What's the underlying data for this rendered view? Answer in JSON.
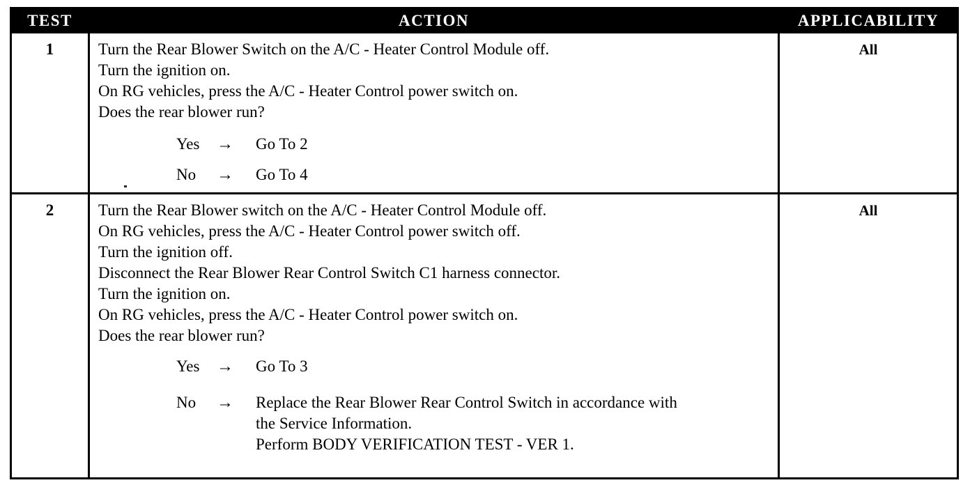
{
  "table": {
    "columns": [
      {
        "key": "test",
        "label": "TEST"
      },
      {
        "key": "action",
        "label": "ACTION"
      },
      {
        "key": "applicability",
        "label": "APPLICABILITY"
      }
    ],
    "rows": [
      {
        "test": "1",
        "applicability": "All",
        "steps": [
          "Turn the Rear Blower Switch on the A/C - Heater Control Module off.",
          "Turn the ignition on.",
          "On RG vehicles, press the A/C - Heater Control power switch on.",
          "Does the rear blower run?"
        ],
        "branches": [
          {
            "label": "Yes",
            "arrow": "→",
            "lines": [
              "Go To   2"
            ]
          },
          {
            "label": "No",
            "arrow": "→",
            "lines": [
              "Go To   4"
            ]
          }
        ]
      },
      {
        "test": "2",
        "applicability": "All",
        "steps": [
          "Turn the Rear Blower switch on the A/C - Heater Control Module off.",
          "On RG vehicles, press the A/C - Heater Control power switch off.",
          "Turn the ignition off.",
          "Disconnect the Rear Blower Rear Control Switch C1 harness connector.",
          "Turn the ignition on.",
          "On RG vehicles, press the A/C - Heater Control power switch on.",
          "Does the rear blower run?"
        ],
        "branches": [
          {
            "label": "Yes",
            "arrow": "→",
            "lines": [
              "Go To   3"
            ]
          },
          {
            "label": "No",
            "arrow": "→",
            "lines": [
              "Replace the Rear Blower Rear Control Switch in accordance with",
              "the Service Information.",
              "Perform BODY VERIFICATION TEST - VER 1."
            ]
          }
        ]
      }
    ]
  },
  "colors": {
    "header_background": "#000000",
    "header_text": "#ffffff",
    "border": "#000000",
    "body_text": "#000000",
    "page_background": "#ffffff"
  }
}
